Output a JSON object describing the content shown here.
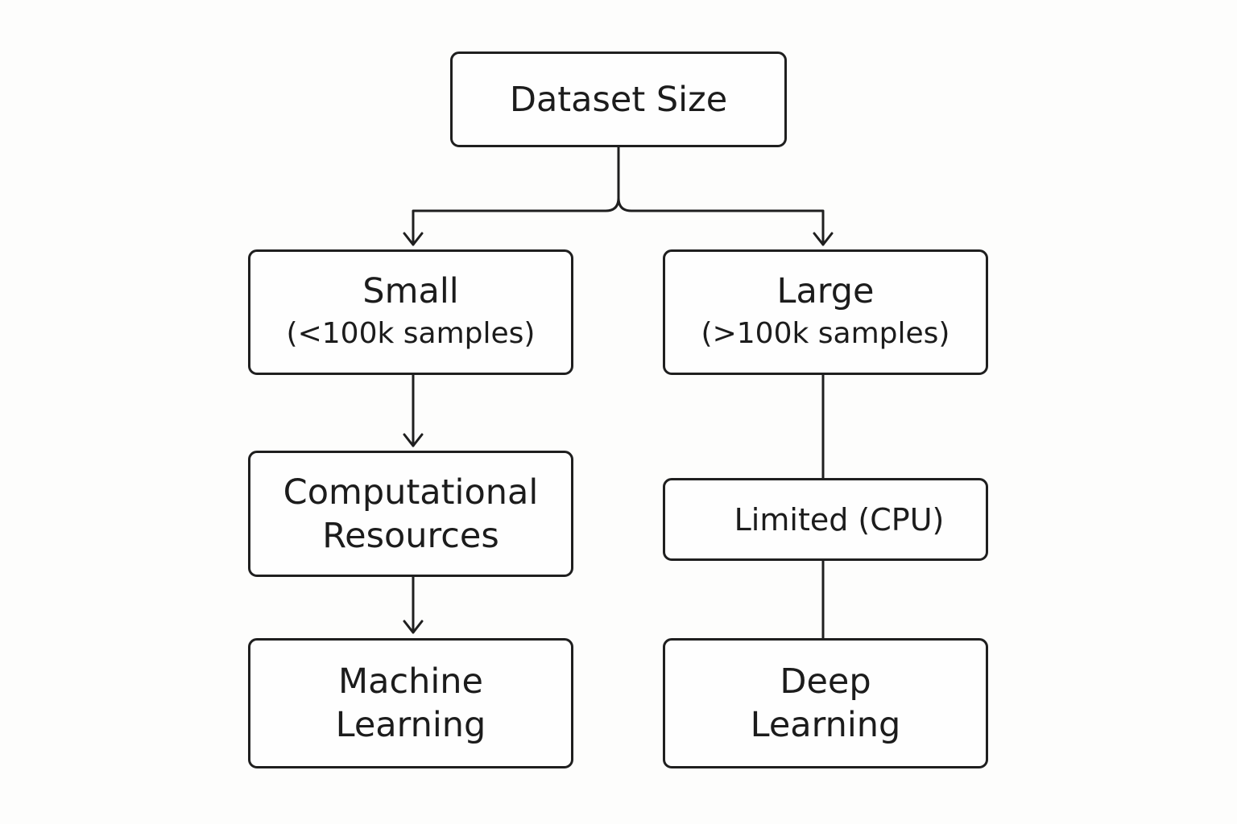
{
  "diagram": {
    "root": {
      "label": "Dataset Size"
    },
    "small": {
      "title": "Small",
      "subtitle": "(<100k samples)"
    },
    "large": {
      "title": "Large",
      "subtitle": "(>100k samples)"
    },
    "computational": {
      "line1": "Computational",
      "line2": "Resources"
    },
    "limited": {
      "label": "Limited (CPU)"
    },
    "machine_learning": {
      "line1": "Machine",
      "line2": "Learning"
    },
    "deep_learning": {
      "line1": "Deep",
      "line2": "Learning"
    }
  },
  "colors": {
    "stroke": "#1f1f1f",
    "background": "#fdfdfc",
    "text": "#1c1c1c"
  }
}
